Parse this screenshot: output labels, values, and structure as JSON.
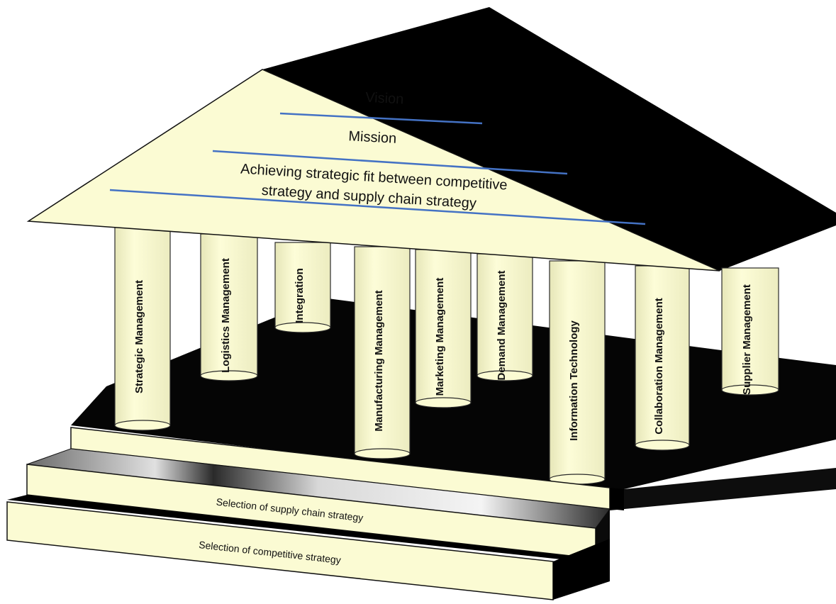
{
  "roof": {
    "vision": "Vision",
    "mission": "Mission",
    "fit_line1": "Achieving  strategic fit  between competitive",
    "fit_line2": "strategy and supply chain strategy"
  },
  "pillars": [
    "Strategic Management",
    "Logistics Management",
    "Integration",
    "Manufacturing Management",
    "Marketing Management",
    "Demand Management",
    "Information Technology",
    "Collaboration Management",
    "Supplier Management"
  ],
  "steps": {
    "supply_chain": "Selection of supply chain strategy",
    "competitive": "Selection of competitive strategy"
  },
  "colors": {
    "cream": "#fbfbd3",
    "dark": "#000000",
    "divider": "#4472c4"
  }
}
